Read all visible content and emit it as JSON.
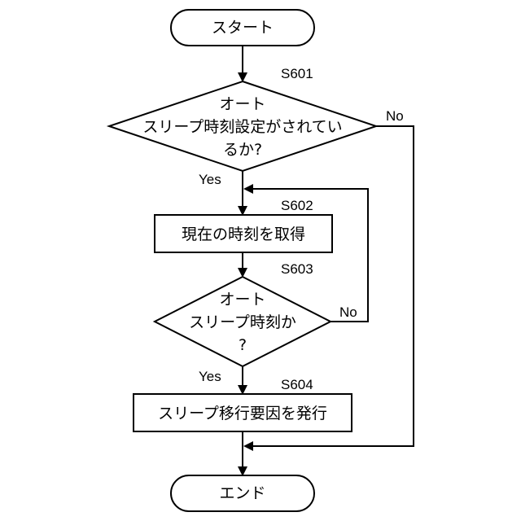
{
  "nodes": {
    "start": {
      "text": "スタート"
    },
    "s601": {
      "step": "S601",
      "lines": [
        "オート",
        "スリープ時刻設定がされてい",
        "るか?"
      ]
    },
    "s602": {
      "step": "S602",
      "text": "現在の時刻を取得"
    },
    "s603": {
      "step": "S603",
      "lines": [
        "オート",
        "スリープ時刻か",
        "?"
      ]
    },
    "s604": {
      "step": "S604",
      "text": "スリープ移行要因を発行"
    },
    "end": {
      "text": "エンド"
    }
  },
  "edges": {
    "s601_yes": "Yes",
    "s601_no": "No",
    "s603_yes": "Yes",
    "s603_no": "No"
  }
}
